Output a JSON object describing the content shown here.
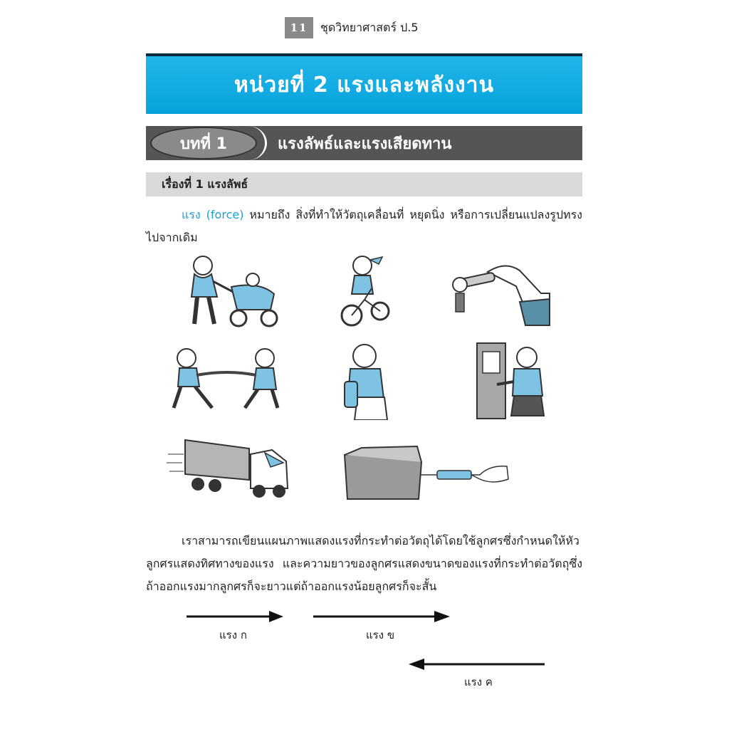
{
  "header": {
    "page_number": "11",
    "series_title": "ชุดวิทยาศาสตร์ ป.5"
  },
  "unit": {
    "title": "หน่วยที่ 2 แรงและพลังงาน"
  },
  "lesson": {
    "number": "บทที่ 1",
    "title": "แรงลัพธ์และแรงเสียดทาน"
  },
  "topic": {
    "title": "เรื่องที่ 1  แรงลัพธ์"
  },
  "intro": {
    "keyword": "แรง (force)",
    "text": " หมายถึง สิ่งที่ทำให้วัตถุเคลื่อนที่  หยุดนิ่ง หรือการเปลี่ยนแปลงรูปทรงไปจากเดิม"
  },
  "explanation": {
    "text": "เราสามารถเขียนแผนภาพแสดงแรงที่กระทำต่อวัตถุได้โดยใช้ลูกศรซึ่งกำหนดให้หัวลูกศรแสดงทิศทางของแรง  และความยาวของลูกศรแสดงขนาดของแรงที่กระทำต่อวัตถุซึ่งถ้าออกแรงมากลูกศรก็จะยาวแต่ถ้าออกแรงน้อยลูกศรก็จะสั้น"
  },
  "arrows": [
    {
      "label": "แรง  ก",
      "direction": "right",
      "relative_length": 1.0
    },
    {
      "label": "แรง  ข",
      "direction": "right",
      "relative_length": 1.4
    },
    {
      "label": "แรง  ค",
      "direction": "left",
      "relative_length": 1.4
    }
  ],
  "colors": {
    "accent_blue": "#06a3dc",
    "lesson_grey": "#555555",
    "topic_grey": "#d9d9d9",
    "illustration_blue": "#7fc3e4"
  }
}
